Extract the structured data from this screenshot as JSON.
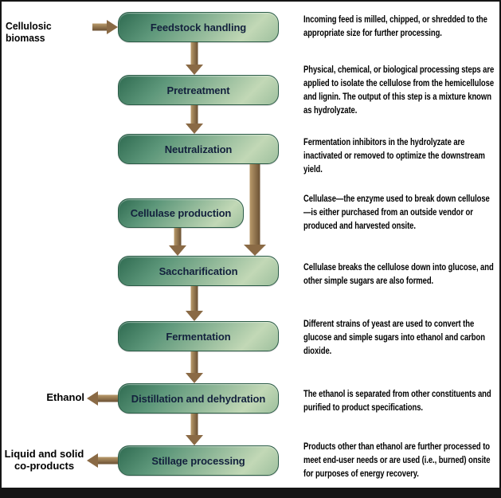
{
  "colors": {
    "frame": "#151515",
    "box_dark": "#2f6b51",
    "box_mid": "#5d977a",
    "box_light": "#c2d8b6",
    "box_border": "#2a5b46",
    "box_text": "#13213d",
    "arrow_light": "#b99a6b",
    "arrow_dark": "#6b5133",
    "arrow_main": "#8a6a45",
    "text": "#000000"
  },
  "inputs": {
    "biomass_label": "Cellulosic biomass"
  },
  "outputs": {
    "ethanol_label": "Ethanol",
    "coproducts_label": "Liquid and solid co-products"
  },
  "steps": [
    {
      "label": "Feedstock handling",
      "description": "Incoming feed is milled, chipped, or shredded to the appropriate size for further processing."
    },
    {
      "label": "Pretreatment",
      "description": "Physical, chemical, or biological processing steps are applied to isolate the cellulose from the hemicellulose and lignin. The output of this step is a mixture known as hydrolyzate."
    },
    {
      "label": "Neutralization",
      "description": "Fermentation inhibitors in the hydrolyzate are inactivated or removed to optimize the downstream yield."
    },
    {
      "label": "Cellulase production",
      "description": "Cellulase—the enzyme used to break down cellulose—is either purchased from an outside vendor or produced and harvested onsite."
    },
    {
      "label": "Saccharification",
      "description": "Cellulase breaks the cellulose down into glucose, and other simple sugars are also formed."
    },
    {
      "label": "Fermentation",
      "description": "Different strains of yeast are used to convert the glucose and simple sugars into ethanol and carbon dioxide."
    },
    {
      "label": "Distillation and dehydration",
      "description": "The ethanol is separated from other constituents and purified to product specifications."
    },
    {
      "label": "Stillage processing",
      "description": "Products other than ethanol are further processed to meet end-user needs or are used (i.e., burned) onsite for purposes of energy recovery."
    }
  ]
}
